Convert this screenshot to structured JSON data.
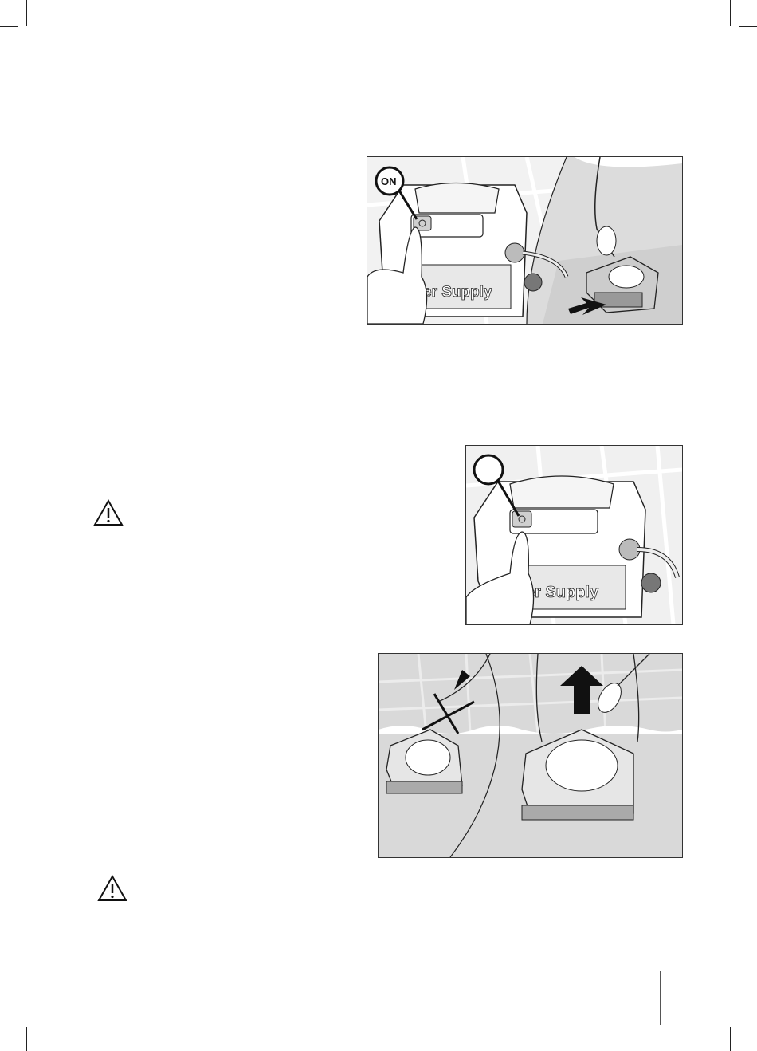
{
  "figures": {
    "power_on": {
      "callout_label": "ON",
      "device_label": "er Supply"
    },
    "power_off": {
      "callout_label": "",
      "device_label": "er Supply"
    },
    "lift_robot": {}
  },
  "icons": {
    "warning_1": "warning-triangle-icon",
    "warning_2": "warning-triangle-icon"
  }
}
